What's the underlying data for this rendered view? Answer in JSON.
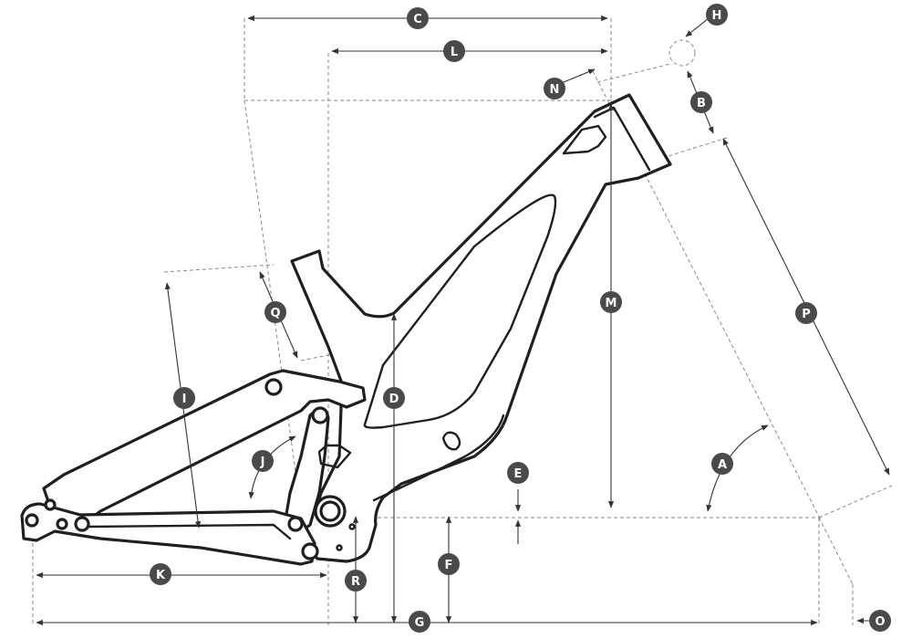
{
  "colors": {
    "badge": "#4a4a4a",
    "frame_stroke": "#1f1f1f",
    "guide": "#8a8a8a"
  },
  "labels": {
    "A": "A",
    "B": "B",
    "C": "C",
    "D": "D",
    "E": "E",
    "F": "F",
    "G": "G",
    "H": "H",
    "I": "I",
    "J": "J",
    "K": "K",
    "L": "L",
    "M": "M",
    "N": "N",
    "O": "O",
    "P": "P",
    "Q": "Q",
    "R": "R"
  }
}
